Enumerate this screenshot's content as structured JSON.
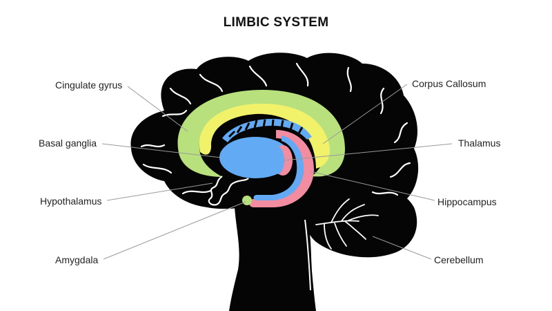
{
  "title": "LIMBIC SYSTEM",
  "colors": {
    "brain": "#050505",
    "sulci": "#ffffff",
    "cingulate_gyrus": "#b8e07c",
    "corpus_callosum": "#f2f26a",
    "basal_ganglia": "#63aaf5",
    "hippocampus": "#f28ca0",
    "amygdala": "#b8e07c",
    "leader_lines": "#9a9a9a"
  },
  "labels": {
    "cingulate_gyrus": "Cingulate gyrus",
    "corpus_callosum": "Corpus Callosum",
    "basal_ganglia": "Basal ganglia",
    "thalamus": "Thalamus",
    "hypothalamus": "Hypothalamus",
    "hippocampus": "Hippocampus",
    "amygdala": "Amygdala",
    "cerebellum": "Cerebellum"
  }
}
